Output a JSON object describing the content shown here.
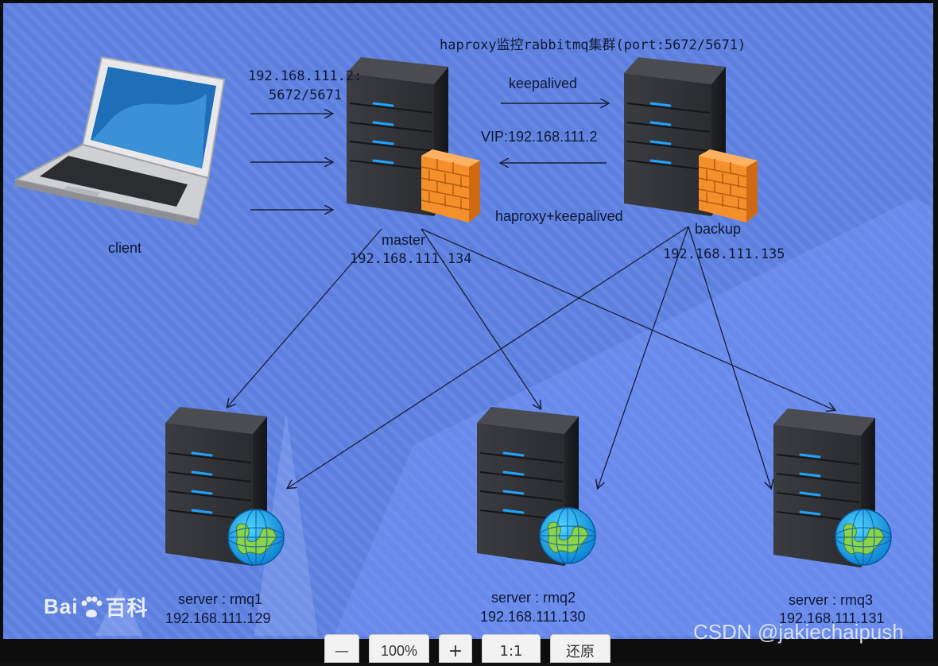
{
  "title": "haproxy监控rabbitmq集群(port:5672/5671)",
  "client": {
    "label": "client",
    "vip_line1": "192.168.111.2:",
    "vip_line2": "5672/5671"
  },
  "link": {
    "keepalived": "keepalived",
    "vip": "VIP:192.168.111.2",
    "haproxy_keepalived": "haproxy+keepalived"
  },
  "master": {
    "name": "master",
    "ip": "192.168.111.134"
  },
  "backup": {
    "name": "backup",
    "ip": "192.168.111.135"
  },
  "servers": [
    {
      "name": "server : rmq1",
      "ip": "192.168.111.129"
    },
    {
      "name": "server :  rmq2",
      "ip": "192.168.111.130"
    },
    {
      "name": "server :  rmq3",
      "ip": "192.168.111.131"
    }
  ],
  "logo": {
    "left": "Bai",
    "right": "百科"
  },
  "watermark": "CSDN @jakiechaipush",
  "toolbar": {
    "zoom_out": "—",
    "zoom_level": "100%",
    "zoom_in": "+",
    "ratio": "1:1",
    "restore": "还原"
  },
  "colors": {
    "background": "#5b7fe0",
    "server_body": "#2e3035",
    "server_led": "#1fa3ff",
    "firewall": "#f08a24",
    "arrow": "#1a1f3a"
  }
}
